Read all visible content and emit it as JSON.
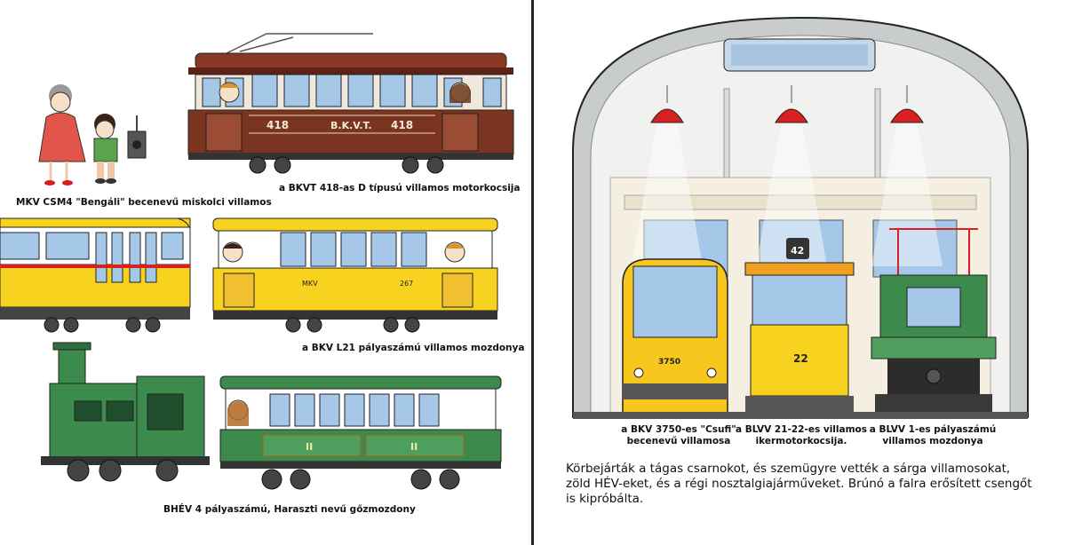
{
  "left_page": {
    "captions": {
      "bengali": "MKV CSM4 \"Bengáli\" becenevű miskolci villamos",
      "bkvt418": "a BKVT 418-as D típusú villamos motorkocsija",
      "bkvl21": "a BKV L21 pályaszámú villamos mozdonya",
      "hev4": "BHÉV 4 pályaszámú, Haraszti nevű gőzmozdony"
    },
    "tram_markings": {
      "num_left": "418",
      "operator": "B.K.V.T.",
      "num_right": "418",
      "mkv": "MKV",
      "num_267": "267",
      "class_1": "II",
      "class_2": "II"
    }
  },
  "right_page": {
    "captions": {
      "csufi_line1": "a BKV 3750-es \"Csufi\"",
      "csufi_line2": "becenevű villamosa",
      "blvv2122_line1": "a BLVV 21-22-es villamos",
      "blvv2122_line2": "ikermotorkocsija.",
      "blvv1_line1": "a BLVV 1-es pályaszámú",
      "blvv1_line2": "villamos mozdonya"
    },
    "tram_markings": {
      "csufi_num": "3750",
      "route_42": "42",
      "num_22": "22"
    },
    "body_lines": [
      "Körbejárták a tágas csarnokot, és szemügyre vették a sárga villamosokat,",
      "zöld HÉV-eket, és a régi nosztalgiajárműveket. Brúnó a falra erősített csengőt",
      "is kipróbálta."
    ]
  }
}
